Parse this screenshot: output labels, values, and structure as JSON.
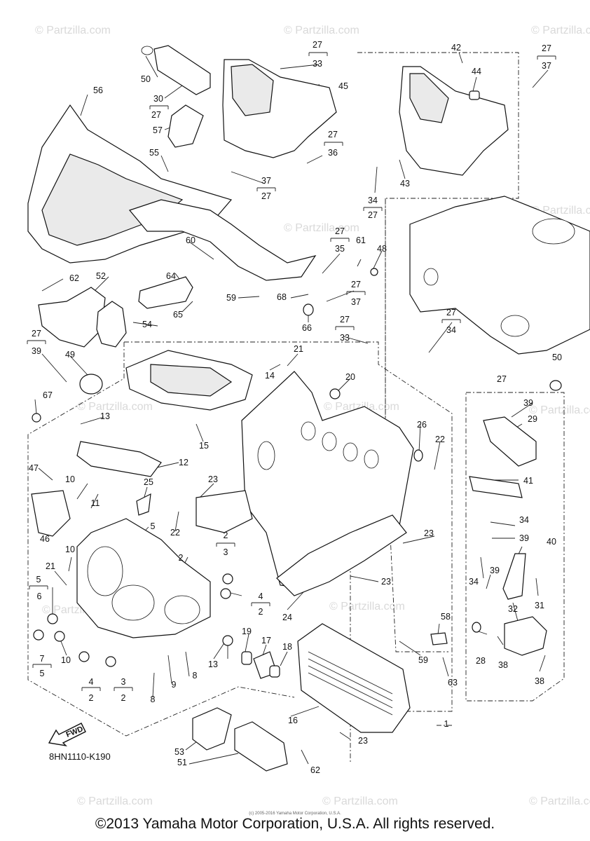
{
  "watermark": "© Partzilla.com",
  "diagram_code": "8HN1110-K190",
  "fwd_label": "FWD",
  "copyright": "©2013 Yamaha Motor Corporation, U.S.A. All rights reserved.",
  "copyright_small": "(c) 2005-2016 Yamaha Motor Corporation, U.S.A.",
  "callouts": [
    {
      "id": "c1",
      "label": "1"
    },
    {
      "id": "c2a",
      "label": "2"
    },
    {
      "id": "c3a",
      "label": "3"
    },
    {
      "id": "c4a",
      "label": "4"
    },
    {
      "id": "c5",
      "label": "5"
    },
    {
      "id": "c6",
      "label": "6"
    },
    {
      "id": "c7",
      "label": "7"
    },
    {
      "id": "c8",
      "label": "8"
    },
    {
      "id": "c9",
      "label": "9"
    },
    {
      "id": "c10",
      "label": "10"
    },
    {
      "id": "c11",
      "label": "11"
    },
    {
      "id": "c12",
      "label": "12"
    },
    {
      "id": "c13",
      "label": "13"
    },
    {
      "id": "c14",
      "label": "14"
    },
    {
      "id": "c15",
      "label": "15"
    },
    {
      "id": "c16",
      "label": "16"
    },
    {
      "id": "c17",
      "label": "17"
    },
    {
      "id": "c18",
      "label": "18"
    },
    {
      "id": "c19",
      "label": "19"
    },
    {
      "id": "c20",
      "label": "20"
    },
    {
      "id": "c21",
      "label": "21"
    },
    {
      "id": "c22",
      "label": "22"
    },
    {
      "id": "c23",
      "label": "23"
    },
    {
      "id": "c24",
      "label": "24"
    },
    {
      "id": "c25",
      "label": "25"
    },
    {
      "id": "c26",
      "label": "26"
    },
    {
      "id": "c27",
      "label": "27"
    },
    {
      "id": "c28",
      "label": "28"
    },
    {
      "id": "c29",
      "label": "29"
    },
    {
      "id": "c30",
      "label": "30"
    },
    {
      "id": "c31",
      "label": "31"
    },
    {
      "id": "c32",
      "label": "32"
    },
    {
      "id": "c33",
      "label": "33"
    },
    {
      "id": "c34",
      "label": "34"
    },
    {
      "id": "c35",
      "label": "35"
    },
    {
      "id": "c36",
      "label": "36"
    },
    {
      "id": "c37",
      "label": "37"
    },
    {
      "id": "c38",
      "label": "38"
    },
    {
      "id": "c39",
      "label": "39"
    },
    {
      "id": "c40",
      "label": "40"
    },
    {
      "id": "c41",
      "label": "41"
    },
    {
      "id": "c42",
      "label": "42"
    },
    {
      "id": "c43",
      "label": "43"
    },
    {
      "id": "c44",
      "label": "44"
    },
    {
      "id": "c45",
      "label": "45"
    },
    {
      "id": "c46",
      "label": "46"
    },
    {
      "id": "c47",
      "label": "47"
    },
    {
      "id": "c48",
      "label": "48"
    },
    {
      "id": "c49",
      "label": "49"
    },
    {
      "id": "c50",
      "label": "50"
    },
    {
      "id": "c51",
      "label": "51"
    },
    {
      "id": "c52",
      "label": "52"
    },
    {
      "id": "c53",
      "label": "53"
    },
    {
      "id": "c54",
      "label": "54"
    },
    {
      "id": "c55",
      "label": "55"
    },
    {
      "id": "c56",
      "label": "56"
    },
    {
      "id": "c57",
      "label": "57"
    },
    {
      "id": "c58",
      "label": "58"
    },
    {
      "id": "c59",
      "label": "59"
    },
    {
      "id": "c60",
      "label": "60"
    },
    {
      "id": "c61",
      "label": "61"
    },
    {
      "id": "c62",
      "label": "62"
    },
    {
      "id": "c63",
      "label": "63"
    },
    {
      "id": "c64",
      "label": "64"
    },
    {
      "id": "c65",
      "label": "65"
    },
    {
      "id": "c66",
      "label": "66"
    },
    {
      "id": "c67",
      "label": "67"
    },
    {
      "id": "c68",
      "label": "68"
    }
  ]
}
